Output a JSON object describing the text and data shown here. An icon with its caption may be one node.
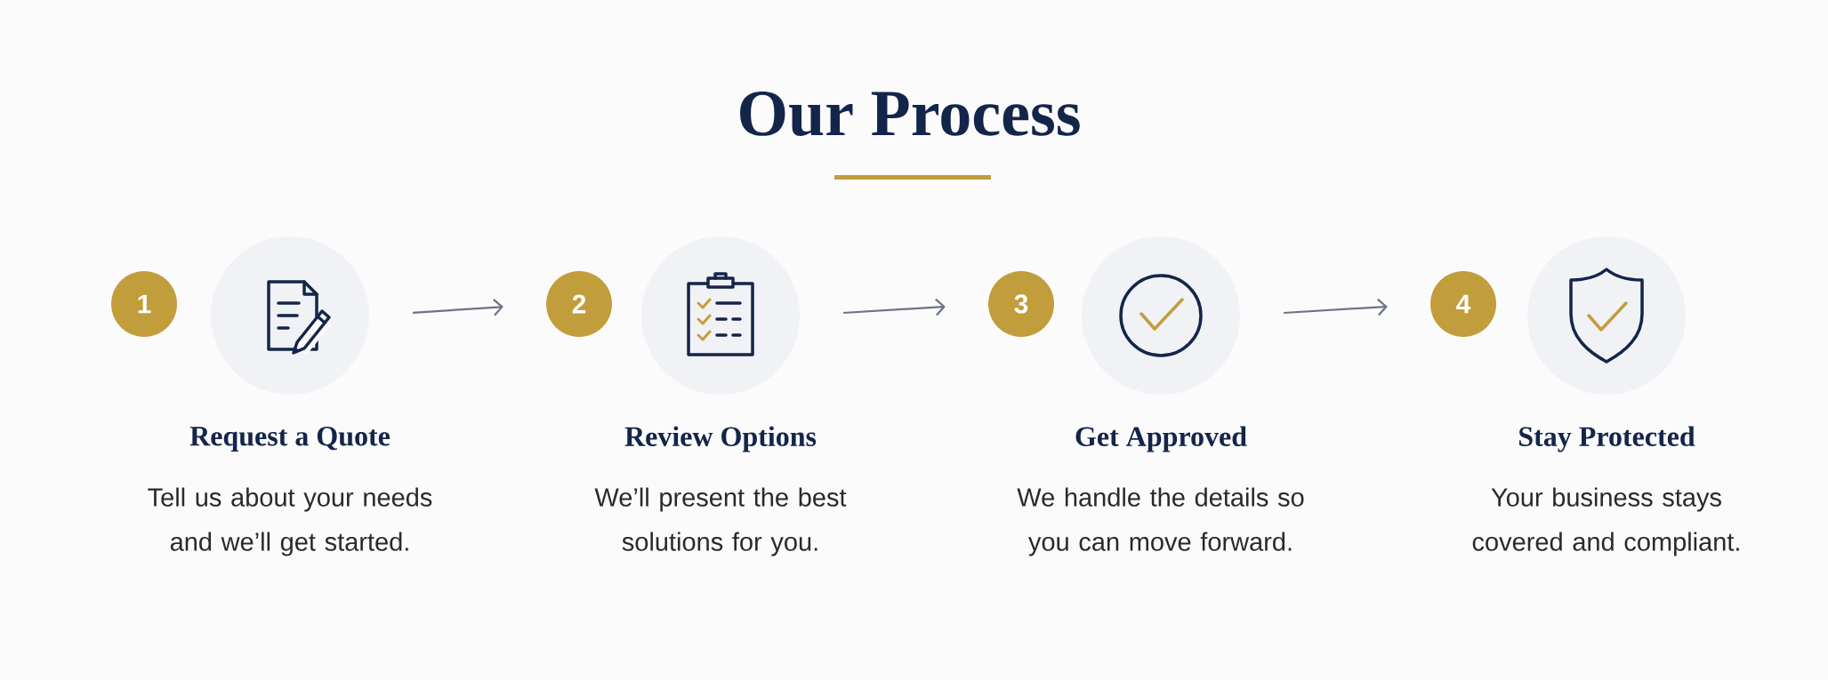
{
  "diagram": {
    "title": "Our Process",
    "nodes": [
      {
        "text": [
          "1"
        ]
      },
      {
        "text": [],
        "shape": "circle",
        "beside": [
          "Request a Quote",
          "Tell us about your needs and we’ll get started."
        ]
      },
      {
        "text": [
          "2"
        ]
      },
      {
        "text": [],
        "shape": "circle",
        "beside": [
          "Review Options",
          "We’ll present the best solutions for you."
        ]
      },
      {
        "text": [
          "3"
        ]
      },
      {
        "text": [],
        "shape": "circle",
        "beside": [
          "Get Approved",
          "We handle the details so you can move forward."
        ]
      },
      {
        "text": [
          "4"
        ]
      },
      {
        "text": [],
        "shape": "circle",
        "beside": [
          "Stay Protected",
          "Your business stays covered and compliant."
        ]
      }
    ],
    "edges": [
      {
        "from": 1,
        "to": 2,
        "arrow": "to"
      },
      {
        "from": 3,
        "to": 4,
        "arrow": "to"
      },
      {
        "from": 5,
        "to": 6,
        "arrow": "to"
      }
    ]
  }
}
